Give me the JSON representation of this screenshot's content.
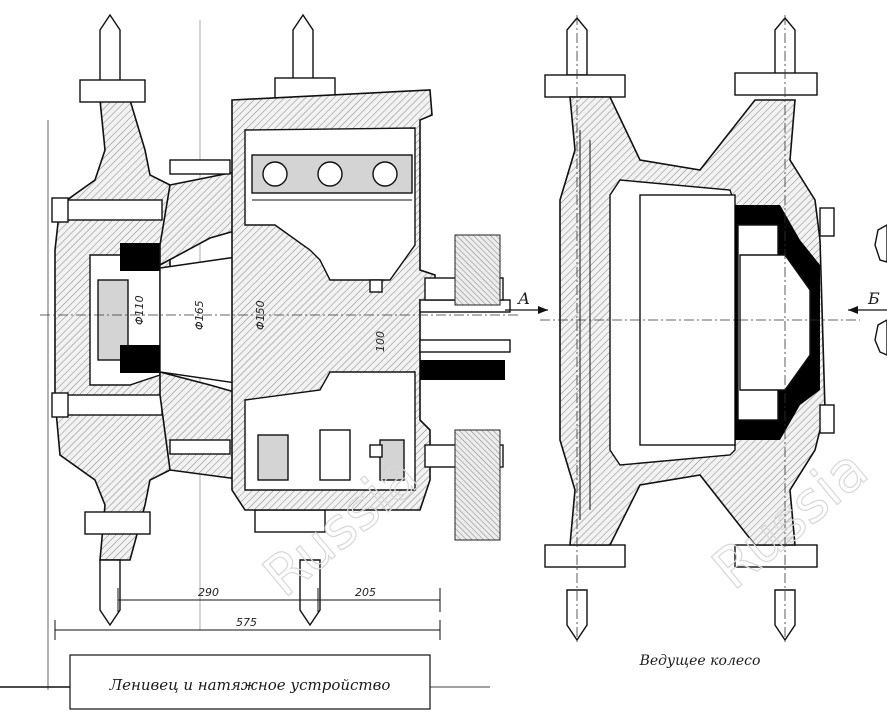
{
  "left_drawing": {
    "caption": "Ленивец и натяжное устройство",
    "dimensions": {
      "d1": "Φ110",
      "d2": "Φ165",
      "d3": "Φ150",
      "d4": "100",
      "d5": "290",
      "d6": "205",
      "d7": "575"
    }
  },
  "right_drawing": {
    "caption": "Ведущее колесо",
    "arrow_a": "А",
    "arrow_b": "Б"
  },
  "watermark": "Russia"
}
